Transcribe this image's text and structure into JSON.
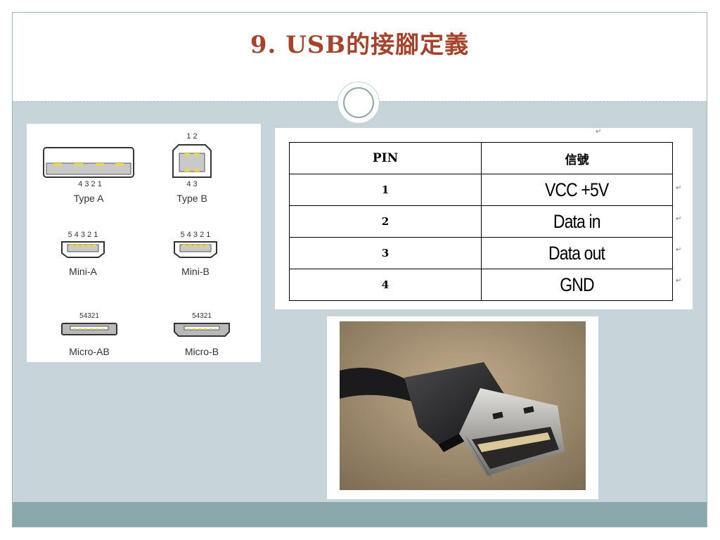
{
  "slide": {
    "title": "9. USB的接腳定義"
  },
  "connectors": [
    {
      "label": "Type A",
      "pins": "4  3  2  1"
    },
    {
      "label": "Type B",
      "pins_top": "1 2",
      "pins_bottom": "4 3"
    },
    {
      "label": "Mini-A",
      "pins": "5 4 3 2 1"
    },
    {
      "label": "Mini-B",
      "pins": "5 4 3 2 1"
    },
    {
      "label": "Micro-AB",
      "pins": "54321"
    },
    {
      "label": "Micro-B",
      "pins": "54321"
    }
  ],
  "pin_table": {
    "headers": [
      "PIN",
      "信號"
    ],
    "rows": [
      {
        "pin": "1",
        "signal": "VCC +5V"
      },
      {
        "pin": "2",
        "signal": "Data in"
      },
      {
        "pin": "3",
        "signal": "Data out"
      },
      {
        "pin": "4",
        "signal": "GND"
      }
    ]
  },
  "colors": {
    "title": "#a5432c",
    "background": "#c7d4da",
    "footer": "#8aa8ac",
    "pin_contact": "#e6d84a"
  },
  "icons": {
    "return_mark": "↵"
  }
}
